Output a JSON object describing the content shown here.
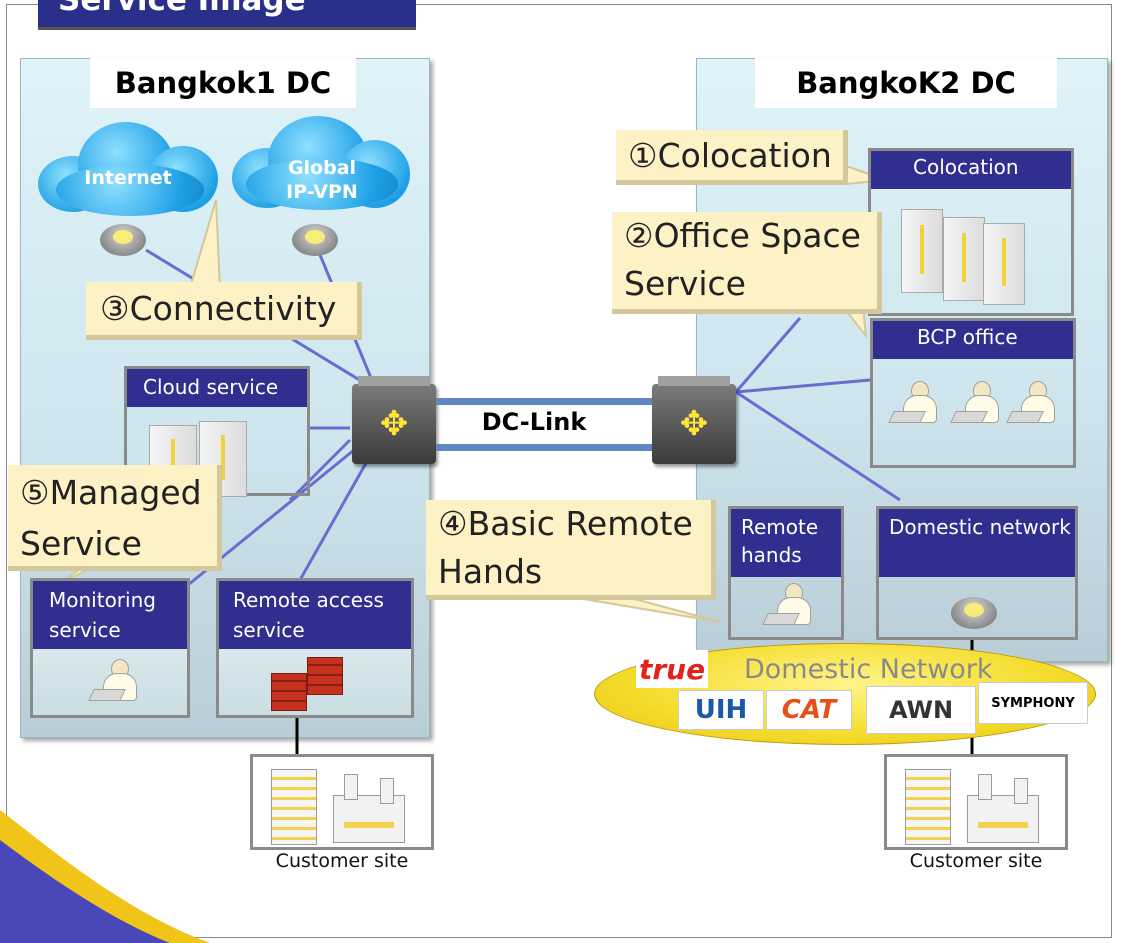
{
  "title": "Service Image",
  "bangkok1": {
    "title": "Bangkok1 DC",
    "clouds": [
      "Internet",
      "Global IP-VPN"
    ],
    "callout_connectivity": "③Connectivity",
    "callout_managed": "⑤Managed Service",
    "cloud_service": "Cloud service",
    "monitoring_service": "Monitoring service",
    "remote_access_service": "Remote access service"
  },
  "bangkok2": {
    "title": "BangkoK2 DC",
    "callout_colocation": "①Colocation",
    "callout_office": "②Office Space Service",
    "callout_remote_hands": "④Basic Remote Hands",
    "colocation": "Colocation",
    "bcp_office": "BCP office",
    "remote_hands": "Remote hands",
    "domestic_network_box": "Domestic network"
  },
  "dc_link": "DC-Link",
  "domestic_network": {
    "label": "Domestic Network",
    "providers": [
      "true",
      "UIH",
      "CAT",
      "AWN",
      "SYMPHONY"
    ]
  },
  "customer_site": "Customer site",
  "colors": {
    "header": "#302f8f",
    "callout": "#fdf1c6",
    "link": "#5f88c2",
    "line": "#6b6bd0"
  }
}
